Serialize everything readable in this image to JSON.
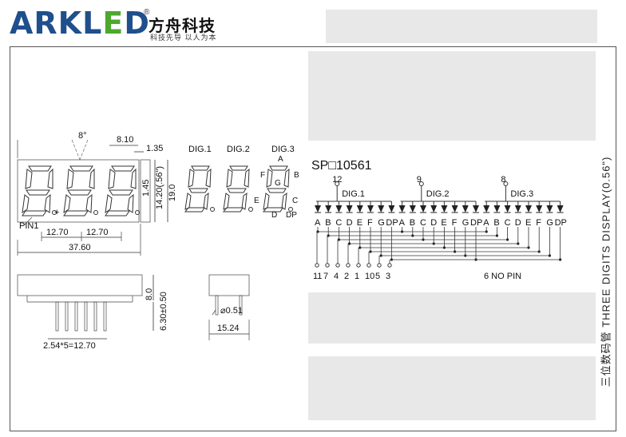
{
  "brand": {
    "logo": "ARKLED",
    "company_cn": "方舟科技",
    "slogan": "科技先导 以人为本",
    "registered_mark": "®"
  },
  "dimensions": {
    "angle": "8°",
    "digit_width": "8.10",
    "seg_width": "1.35",
    "seg_height": "1.45",
    "digit_height": "14.20(.56\")",
    "body_height": "19.0",
    "pitch_1": "12.70",
    "pitch_2": "12.70",
    "total_width": "37.60",
    "pin_label": "PIN1",
    "side_height": "8.0",
    "pin_length": "6.30±0.50",
    "pin_spacing": "2.54*5=12.70",
    "pin_diameter": "0.51",
    "row_spacing": "15.24"
  },
  "digit_labels": [
    "DIG.1",
    "DIG.2",
    "DIG.3"
  ],
  "segment_letters": {
    "a": "A",
    "b": "B",
    "c": "C",
    "d": "D",
    "e": "E",
    "f": "F",
    "g": "G",
    "dp": "DP"
  },
  "circuit": {
    "part_number": "SP□10561",
    "common_pins": [
      "12",
      "9",
      "8"
    ],
    "groups": [
      "DIG.1",
      "DIG.2",
      "DIG.3"
    ],
    "segments": [
      "A",
      "B",
      "C",
      "D",
      "E",
      "F",
      "G",
      "DP"
    ],
    "pin_numbers": [
      "11",
      "7",
      "4",
      "2",
      "1",
      "10",
      "5",
      "3"
    ],
    "no_pin": "6 NO PIN"
  },
  "title_vertical": "三位数码管 THREE DIGITS DISPLAY(0.56\")"
}
